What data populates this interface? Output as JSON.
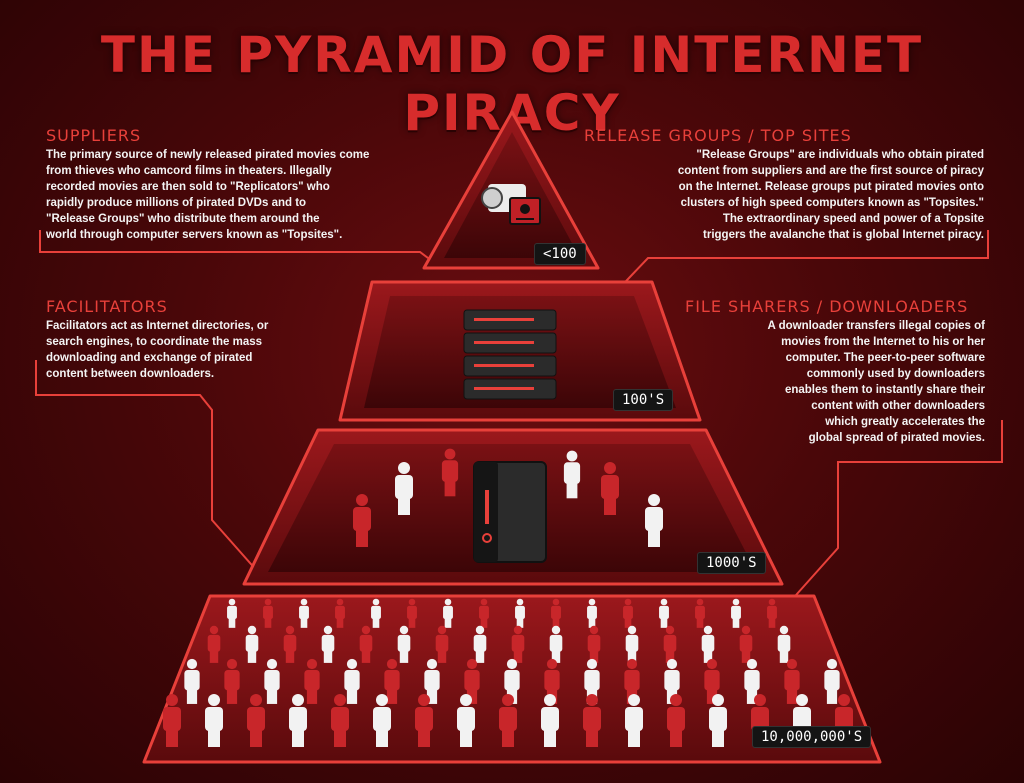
{
  "title": "THE PYRAMID OF INTERNET PIRACY",
  "sections": {
    "suppliers": {
      "heading": "SUPPLIERS",
      "lines": [
        "The primary source of newly released pirated movies come",
        "from thieves who camcord films in theaters.  Illegally",
        "recorded movies are then sold to \"Replicators\" who",
        "rapidly produce millions of pirated DVDs and to",
        "\"Release Groups\" who distribute them around the",
        "world through computer servers known as \"Topsites\"."
      ]
    },
    "release_groups": {
      "heading": "RELEASE GROUPS / TOP SITES",
      "lines": [
        "\"Release Groups\" are individuals who obtain pirated",
        "content from suppliers and are the first source of piracy",
        "on the Internet.  Release groups put pirated movies onto",
        "clusters of high speed computers known as \"Topsites.\"",
        "The extraordinary speed and power of a Topsite",
        "triggers the avalanche that is global Internet piracy."
      ]
    },
    "facilitators": {
      "heading": "FACILITATORS",
      "lines": [
        "Facilitators act as Internet directories, or",
        "search engines, to coordinate the mass",
        "downloading and exchange of pirated",
        "content between downloaders."
      ]
    },
    "file_sharers": {
      "heading": "FILE SHARERS / DOWNLOADERS",
      "lines": [
        "A downloader transfers illegal copies of",
        "movies from the Internet to his or her",
        "computer.  The peer-to-peer software",
        "commonly used by downloaders",
        "enables them to instantly share their",
        "content with other downloaders",
        "which greatly accelerates the",
        "global spread of pirated movies."
      ]
    }
  },
  "tiers": [
    {
      "badge": "<100",
      "icon": "camcorder-icon"
    },
    {
      "badge": "100'S",
      "icon": "server-stack-icon"
    },
    {
      "badge": "1000'S",
      "icon": "server-people-icon"
    },
    {
      "badge": "10,000,000'S",
      "icon": "crowd-icon"
    }
  ],
  "colors": {
    "background": "#4a0709",
    "accent": "#e8403a",
    "tier": "#8a1418",
    "badge": "#141414"
  }
}
